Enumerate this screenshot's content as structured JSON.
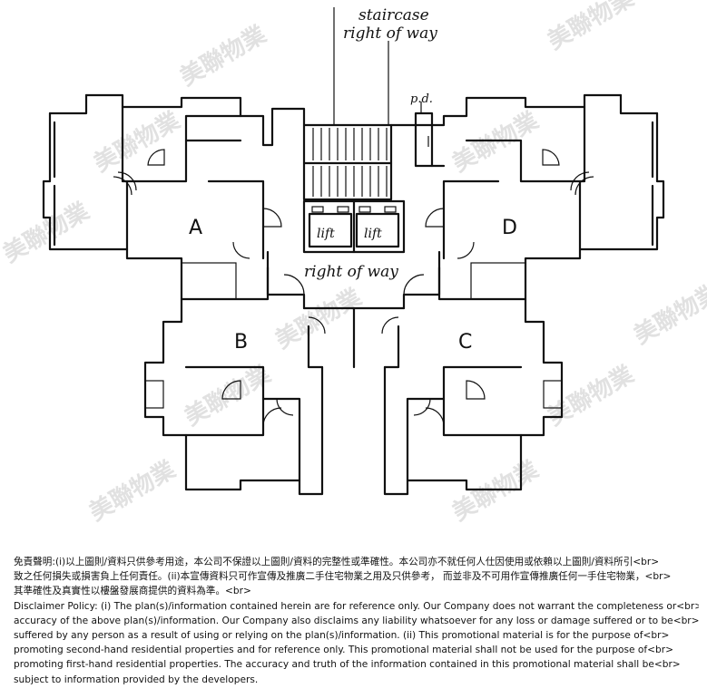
{
  "plan": {
    "labels": {
      "staircase": "staircase",
      "right_of_way_top": "right of way",
      "pd": "p.d.",
      "lift_1": "lift",
      "lift_2": "lift",
      "right_of_way_center": "right of way",
      "unit_a": "A",
      "unit_b": "B",
      "unit_c": "C",
      "unit_d": "D"
    },
    "watermark": "美聯物業"
  },
  "disclaimer": {
    "lines": [
      "免責聲明:(i)以上圖則/資料只供參考用途，本公司不保證以上圖則/資料的完整性或準確性。本公司亦不就任何人仕因使用或依賴以上圖則/資料所引<br>",
      "致之任何損失或損害負上任何責任。(ii)本宣傳資料只可作宣傳及推廣二手住宅物業之用及只供參考， 而並非及不可用作宣傳推廣任何一手住宅物業，<br>",
      "其準確性及真實性以樓盤發展商提供的資料為準。<br>",
      "Disclaimer Policy: (i) The plan(s)/information contained herein are for reference only. Our Company does not warrant the completeness or<br>",
      "accuracy of the above plan(s)/information. Our Company also disclaims any liability whatsoever for any loss or damage suffered or to be<br>",
      "suffered by any person as a result of using or relying on the plan(s)/information. (ii) This promotional material is for the purpose of<br>",
      "promoting second-hand residential properties and for reference only. This promotional material shall not be used for the purpose of<br>",
      "promoting first-hand residential properties. The accuracy and truth of the information contained in this promotional material shall be<br>",
      "subject to information provided by the developers."
    ]
  }
}
